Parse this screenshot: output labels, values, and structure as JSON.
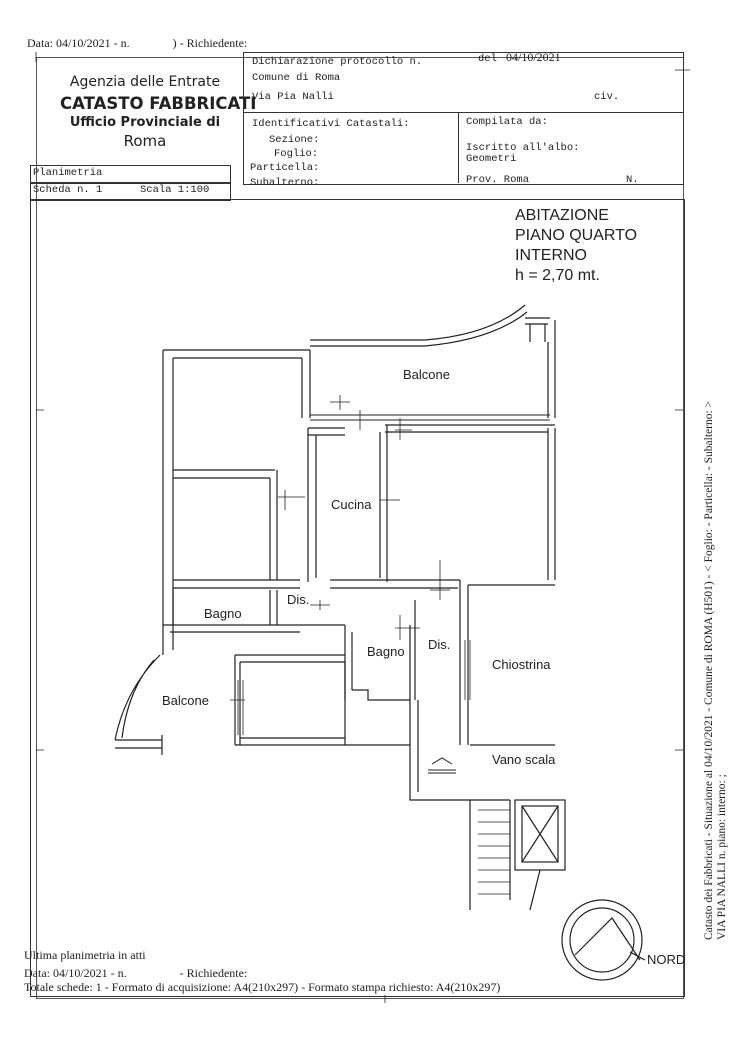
{
  "top_line": {
    "date": "Data: 04/10/2021 - n.",
    "requester": ") - Richiedente:"
  },
  "agency": {
    "line1": "Agenzia delle Entrate",
    "line2": "CATASTO FABBRICATI",
    "line3": "Ufficio Provinciale di",
    "line4": "Roma"
  },
  "header": {
    "protocol": "Dichiarazione protocollo n.",
    "del": "del",
    "del_date": "04/10/2021",
    "comune": "Comune di Roma",
    "via": "Via Pia Nalli",
    "civ": "civ.",
    "identificativi": "Identificativi Catastali:",
    "sezione": "Sezione:",
    "foglio": "Foglio:",
    "particella": "Particella:",
    "subalterno": "Subalterno:",
    "compilata": "Compilata da:",
    "iscritto": "Iscritto all'albo:",
    "geometri": "Geometri",
    "prov": "Prov. Roma",
    "n": "N."
  },
  "sheet": {
    "type": "Planimetria",
    "scheda": "Scheda n. 1",
    "scala": "Scala 1:100"
  },
  "unit_info": {
    "line1": "ABITAZIONE",
    "line2": "PIANO QUARTO",
    "line3": "INTERNO",
    "line4": "h = 2,70 mt."
  },
  "rooms": {
    "balcone_top": "Balcone",
    "cucina": "Cucina",
    "dis1": "Dis.",
    "bagno1": "Bagno",
    "bagno2": "Bagno",
    "dis2": "Dis.",
    "chiostrina": "Chiostrina",
    "balcone_left": "Balcone",
    "vano_scala": "Vano scala",
    "nord": "NORD"
  },
  "footer": {
    "ultima": "Ultima planimetria in atti",
    "date": "Data: 04/10/2021 - n.",
    "requester": "- Richiedente:",
    "totale": "Totale schede: 1 - Formato di acquisizione: A4(210x297)  - Formato stampa richiesto: A4(210x297)"
  },
  "side_text": {
    "line1": "Catasto dei Fabbricati - Situazione al 04/10/2021 - Comune di ROMA (H501) - < Foglio:      - Particella:      - Subalterno:   >",
    "line2": "VIA PIA NALLI n.      piano:    interno: ;"
  }
}
